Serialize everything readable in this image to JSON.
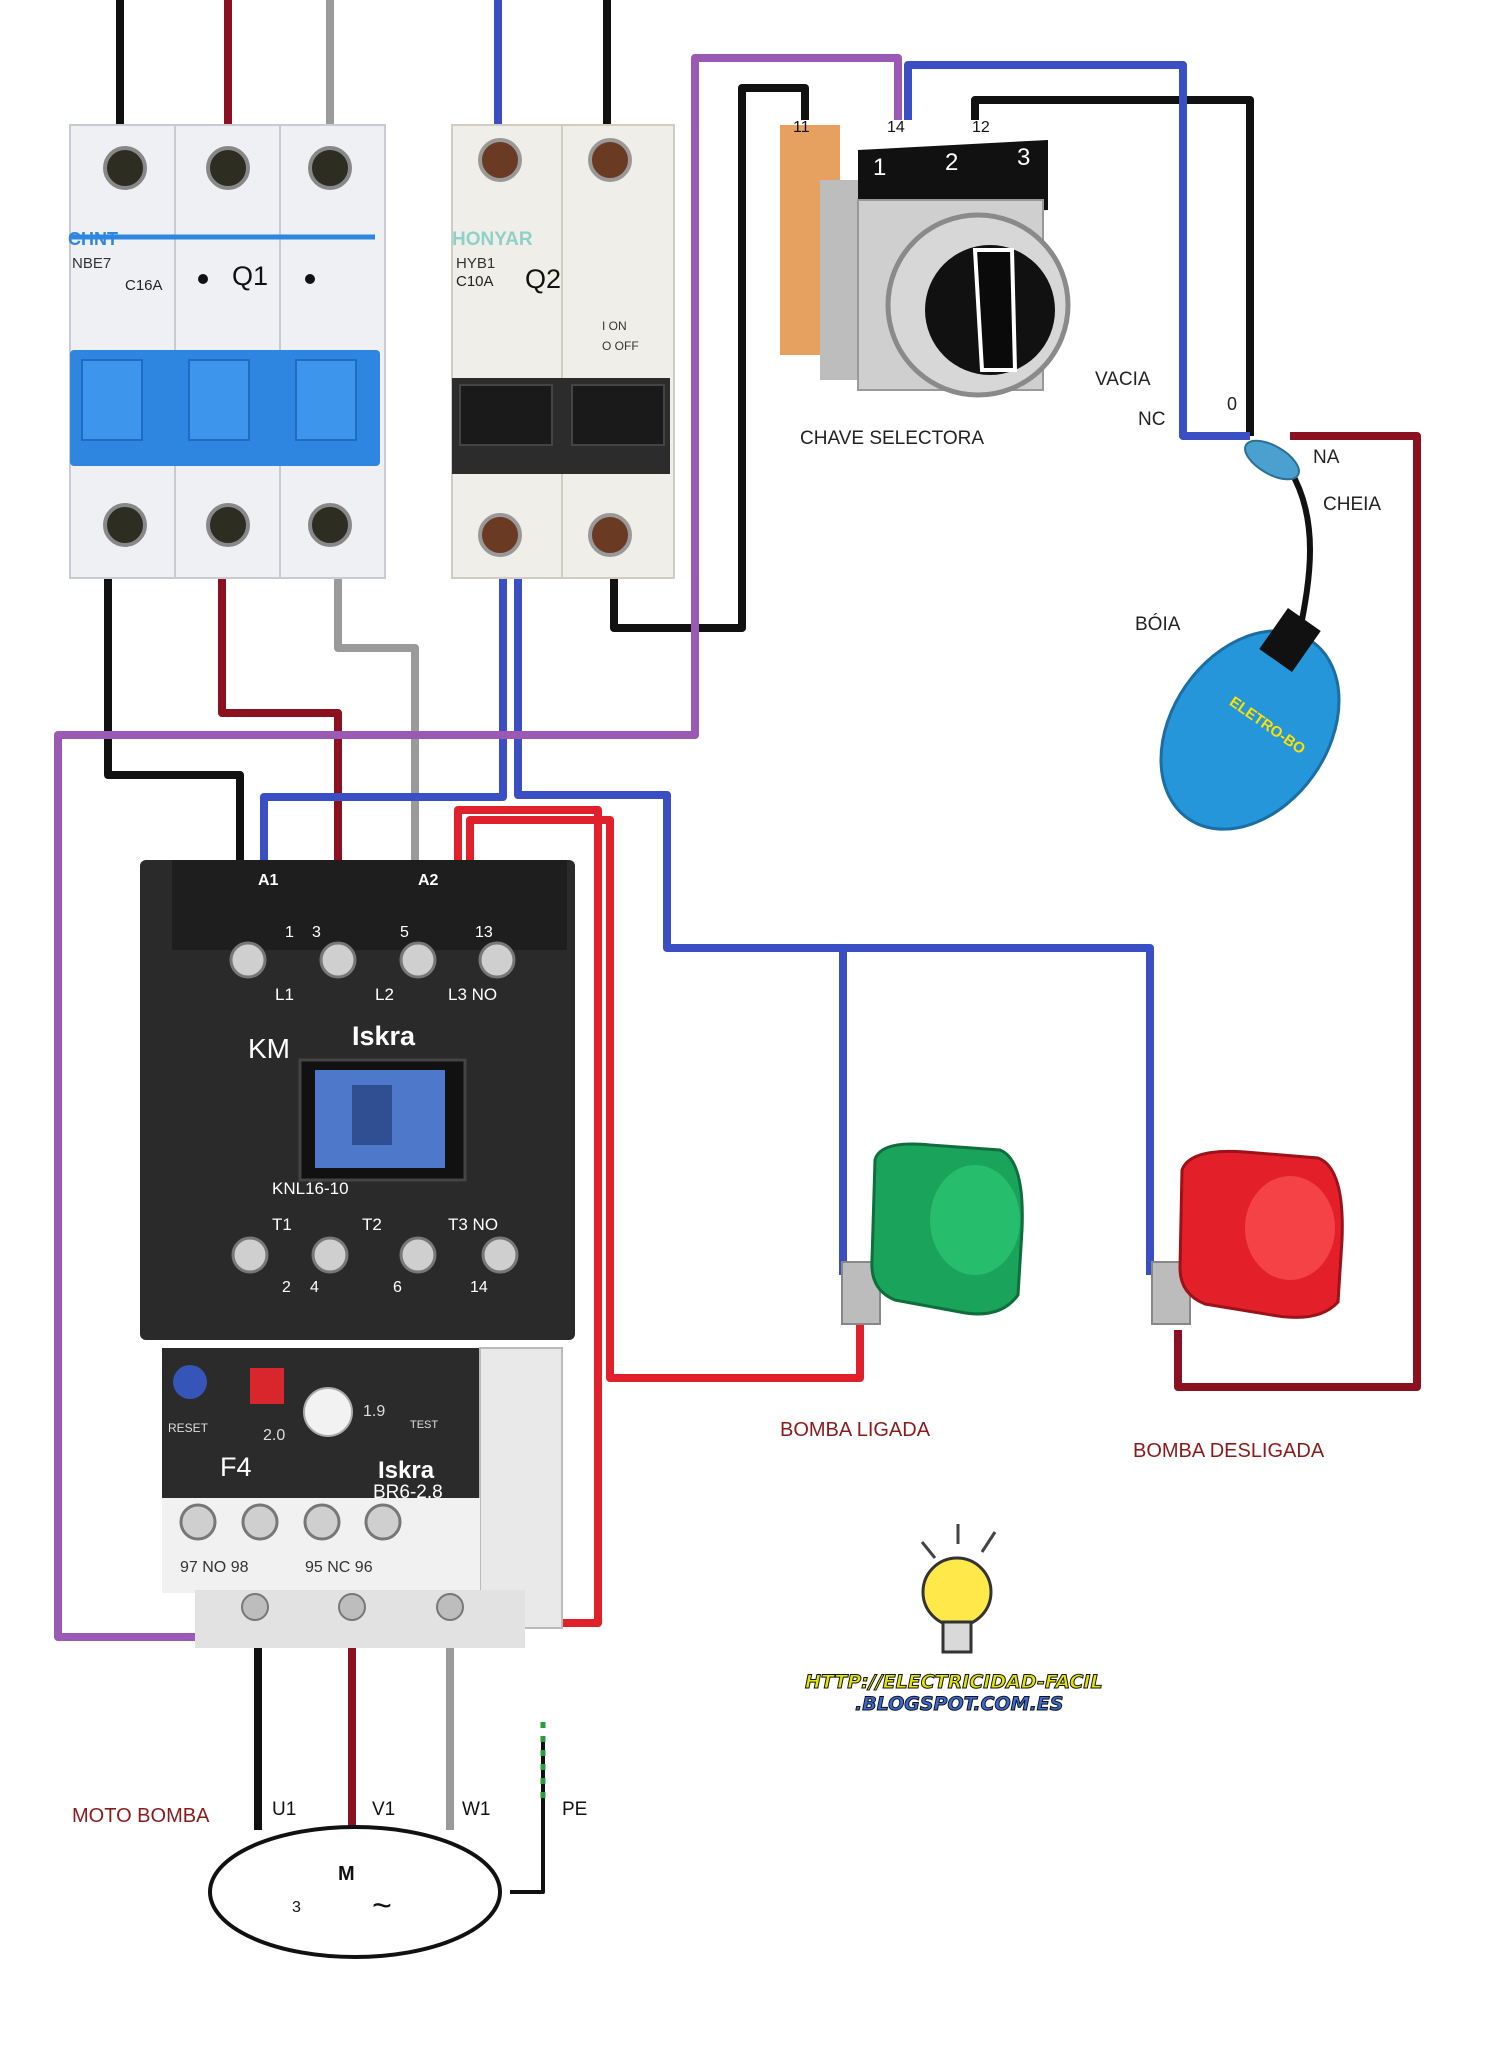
{
  "colors": {
    "black_wire": "#111111",
    "darkred_wire": "#8b1020",
    "gray_wire": "#9a9a9a",
    "blue_wire": "#3a4fc4",
    "purple_wire": "#9b59b6",
    "red_wire": "#e0202a",
    "breaker_blue": "#2f86e0",
    "contactor_body": "#2a2a2a",
    "lamp_green": "#1aa35a",
    "lamp_red": "#e3202a",
    "float_blue": "#2596d9"
  },
  "q1": {
    "brand": "CHNT",
    "model": "NBE7",
    "rating": "C16A",
    "name": "Q1"
  },
  "q2": {
    "brand": "HONYAR",
    "model": "HYB1",
    "rating": "C10A",
    "name": "Q2",
    "marks": [
      "I ON",
      "O OFF"
    ]
  },
  "selector": {
    "terminals": [
      "11",
      "14",
      "12"
    ],
    "positions": [
      "1",
      "2",
      "3"
    ],
    "label": "CHAVE SELECTORA"
  },
  "float_switch": {
    "vacia": "VACIA",
    "zero": "0",
    "nc": "NC",
    "na": "NA",
    "cheia": "CHEIA",
    "label": "BÓIA",
    "brand": "ELETRO-BO"
  },
  "contactor": {
    "name": "KM",
    "brand": "Iskra",
    "model": "KNL16-10",
    "coil": [
      "A1",
      "A2"
    ],
    "top_numbers": [
      "1",
      "3",
      "5",
      "13"
    ],
    "top_labels": [
      "L1",
      "L2",
      "L3 NO"
    ],
    "bottom_labels": [
      "T1",
      "T2",
      "T3 NO"
    ],
    "bottom_numbers": [
      "2",
      "4",
      "6",
      "14"
    ]
  },
  "overload": {
    "name": "F4",
    "brand": "Iskra",
    "model": "BR6-2.8",
    "reset": "RESET",
    "test": "TEST",
    "dial": [
      "2.0",
      "1.9"
    ],
    "contacts": "97 NO 98",
    "contacts2": "95 NC 96"
  },
  "lamps": {
    "on_label": "BOMBA LIGADA",
    "off_label": "BOMBA DESLIGADA"
  },
  "motor": {
    "label": "MOTO BOMBA",
    "terminals": [
      "U1",
      "V1",
      "W1",
      "PE"
    ],
    "symbol": "M",
    "phases": "3",
    "ac": "~"
  },
  "logo": {
    "line1": "HTTP://ELECTRICIDAD-FACIL",
    "line2": ".BLOGSPOT.COM.ES"
  }
}
